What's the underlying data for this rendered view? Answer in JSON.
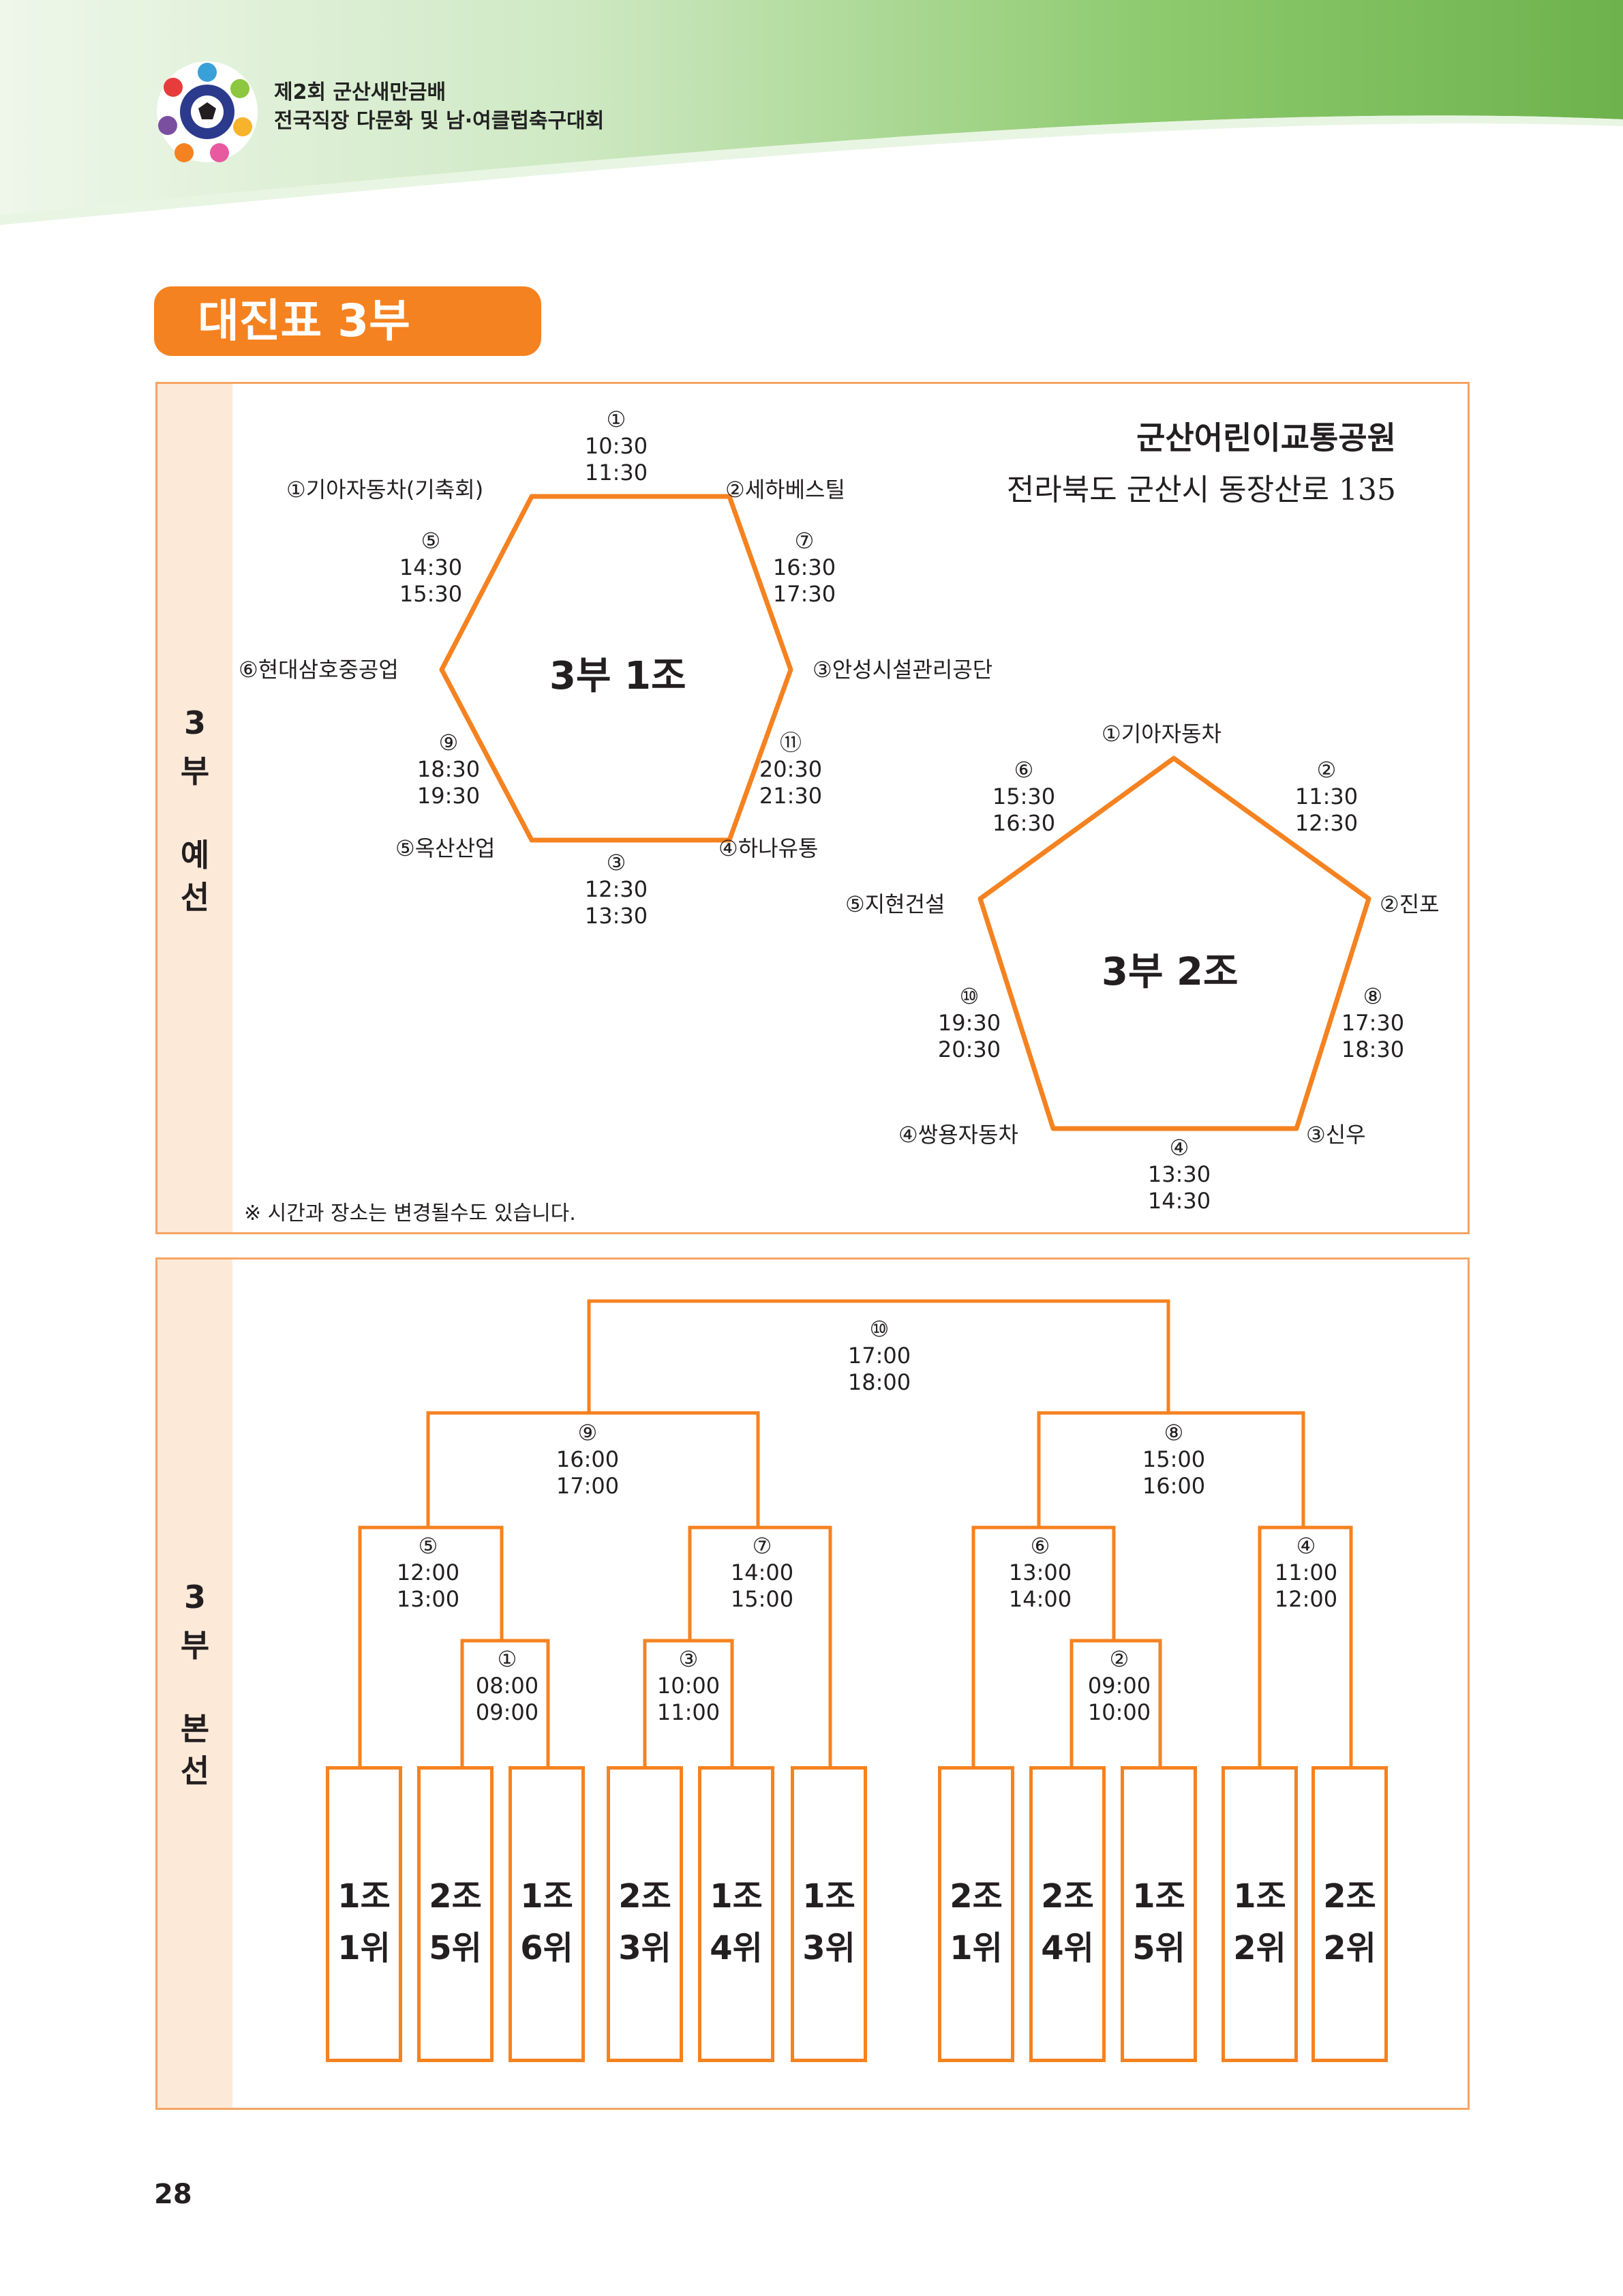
{
  "header": {
    "line1": "제2회 군산새만금배",
    "line2": "전국직장 다문화 및 남·여클럽축구대회"
  },
  "title": "대진표 3부",
  "colors": {
    "accent": "#f58220",
    "side_bg": "#fde9d8",
    "border": "#f7a463",
    "grass": "#7cbf5a"
  },
  "prelim": {
    "side_label": [
      "3",
      "부",
      "예",
      "선"
    ],
    "venue": "군산어린이교통공원",
    "address": "전라북도 군산시 동장산로 135",
    "note": "※ 시간과 장소는 변경될수도 있습니다.",
    "group1": {
      "title": "3부 1조",
      "teams": [
        "①기아자동차(기축회)",
        "②세하베스틸",
        "③안성시설관리공단",
        "④하나유통",
        "⑤옥산산업",
        "⑥현대삼호중공업"
      ],
      "matches": [
        {
          "no": "①",
          "start": "10:30",
          "end": "11:30"
        },
        {
          "no": "⑦",
          "start": "16:30",
          "end": "17:30"
        },
        {
          "no": "⑪",
          "start": "20:30",
          "end": "21:30"
        },
        {
          "no": "③",
          "start": "12:30",
          "end": "13:30"
        },
        {
          "no": "⑨",
          "start": "18:30",
          "end": "19:30"
        },
        {
          "no": "⑤",
          "start": "14:30",
          "end": "15:30"
        }
      ]
    },
    "group2": {
      "title": "3부 2조",
      "teams": [
        "①기아자동차",
        "②진포",
        "③신우",
        "④쌍용자동차",
        "⑤지현건설"
      ],
      "matches": [
        {
          "no": "②",
          "start": "11:30",
          "end": "12:30"
        },
        {
          "no": "⑧",
          "start": "17:30",
          "end": "18:30"
        },
        {
          "no": "④",
          "start": "13:30",
          "end": "14:30"
        },
        {
          "no": "⑩",
          "start": "19:30",
          "end": "20:30"
        },
        {
          "no": "⑥",
          "start": "15:30",
          "end": "16:30"
        }
      ]
    }
  },
  "main": {
    "side_label": [
      "3",
      "부",
      "본",
      "선"
    ],
    "final": {
      "no": "⑩",
      "start": "17:00",
      "end": "18:00"
    },
    "semis": [
      {
        "no": "⑨",
        "start": "16:00",
        "end": "17:00"
      },
      {
        "no": "⑧",
        "start": "15:00",
        "end": "16:00"
      }
    ],
    "quarters": [
      {
        "no": "⑤",
        "start": "12:00",
        "end": "13:00"
      },
      {
        "no": "⑦",
        "start": "14:00",
        "end": "15:00"
      },
      {
        "no": "⑥",
        "start": "13:00",
        "end": "14:00"
      },
      {
        "no": "④",
        "start": "11:00",
        "end": "12:00"
      }
    ],
    "first_round": [
      {
        "no": "①",
        "start": "08:00",
        "end": "09:00"
      },
      {
        "no": "③",
        "start": "10:00",
        "end": "11:00"
      },
      {
        "no": "②",
        "start": "09:00",
        "end": "10:00"
      }
    ],
    "slots": [
      {
        "group": "1조",
        "rank": "1위"
      },
      {
        "group": "2조",
        "rank": "5위"
      },
      {
        "group": "1조",
        "rank": "6위"
      },
      {
        "group": "2조",
        "rank": "3위"
      },
      {
        "group": "1조",
        "rank": "4위"
      },
      {
        "group": "1조",
        "rank": "3위"
      },
      {
        "group": "2조",
        "rank": "1위"
      },
      {
        "group": "2조",
        "rank": "4위"
      },
      {
        "group": "1조",
        "rank": "5위"
      },
      {
        "group": "1조",
        "rank": "2위"
      },
      {
        "group": "2조",
        "rank": "2위"
      }
    ]
  },
  "page_number": "28"
}
